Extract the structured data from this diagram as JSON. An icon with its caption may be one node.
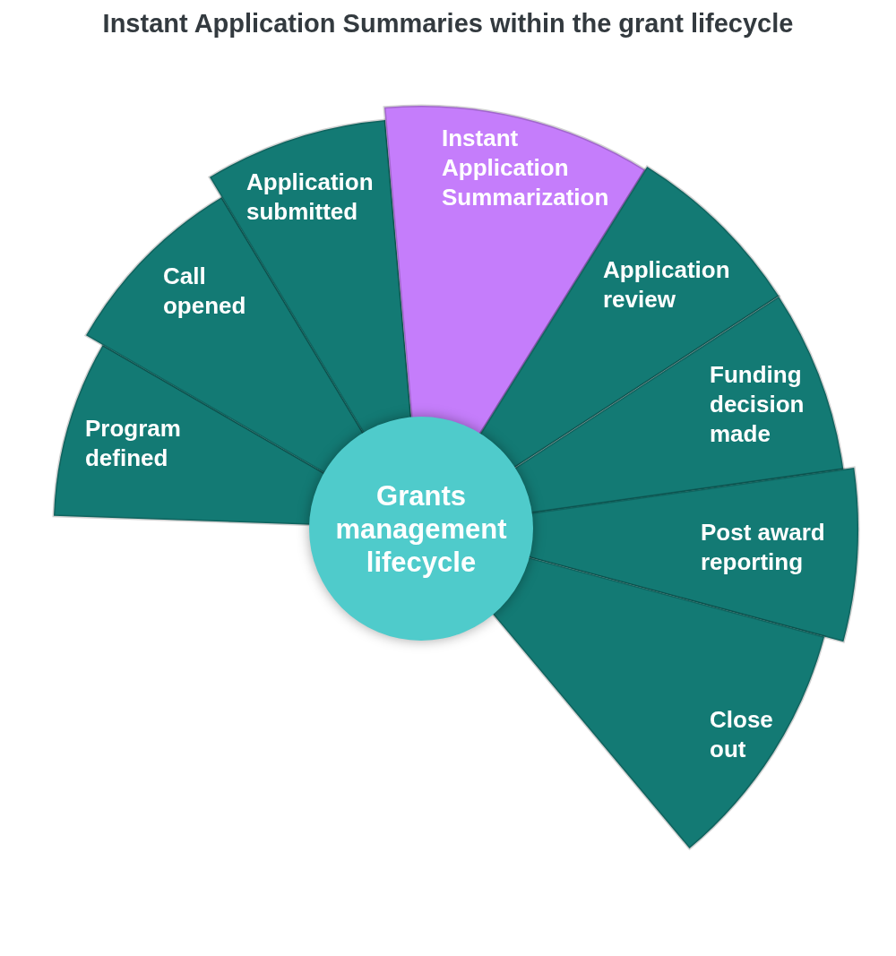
{
  "diagram": {
    "title": "Instant Application Summaries within the grant lifecycle",
    "nodes": [
      {
        "text": [
          "Grants management lifecycle"
        ]
      },
      {
        "text": [
          "Program defined"
        ]
      },
      {
        "text": [
          "Call opened"
        ]
      },
      {
        "text": [
          "Application submitted"
        ]
      },
      {
        "text": [
          "Instant Application Summarization"
        ]
      },
      {
        "text": [
          "Application review"
        ]
      },
      {
        "text": [
          "Funding decision made"
        ]
      },
      {
        "text": [
          "Post award reporting"
        ]
      },
      {
        "text": [
          "Close out"
        ]
      }
    ]
  }
}
